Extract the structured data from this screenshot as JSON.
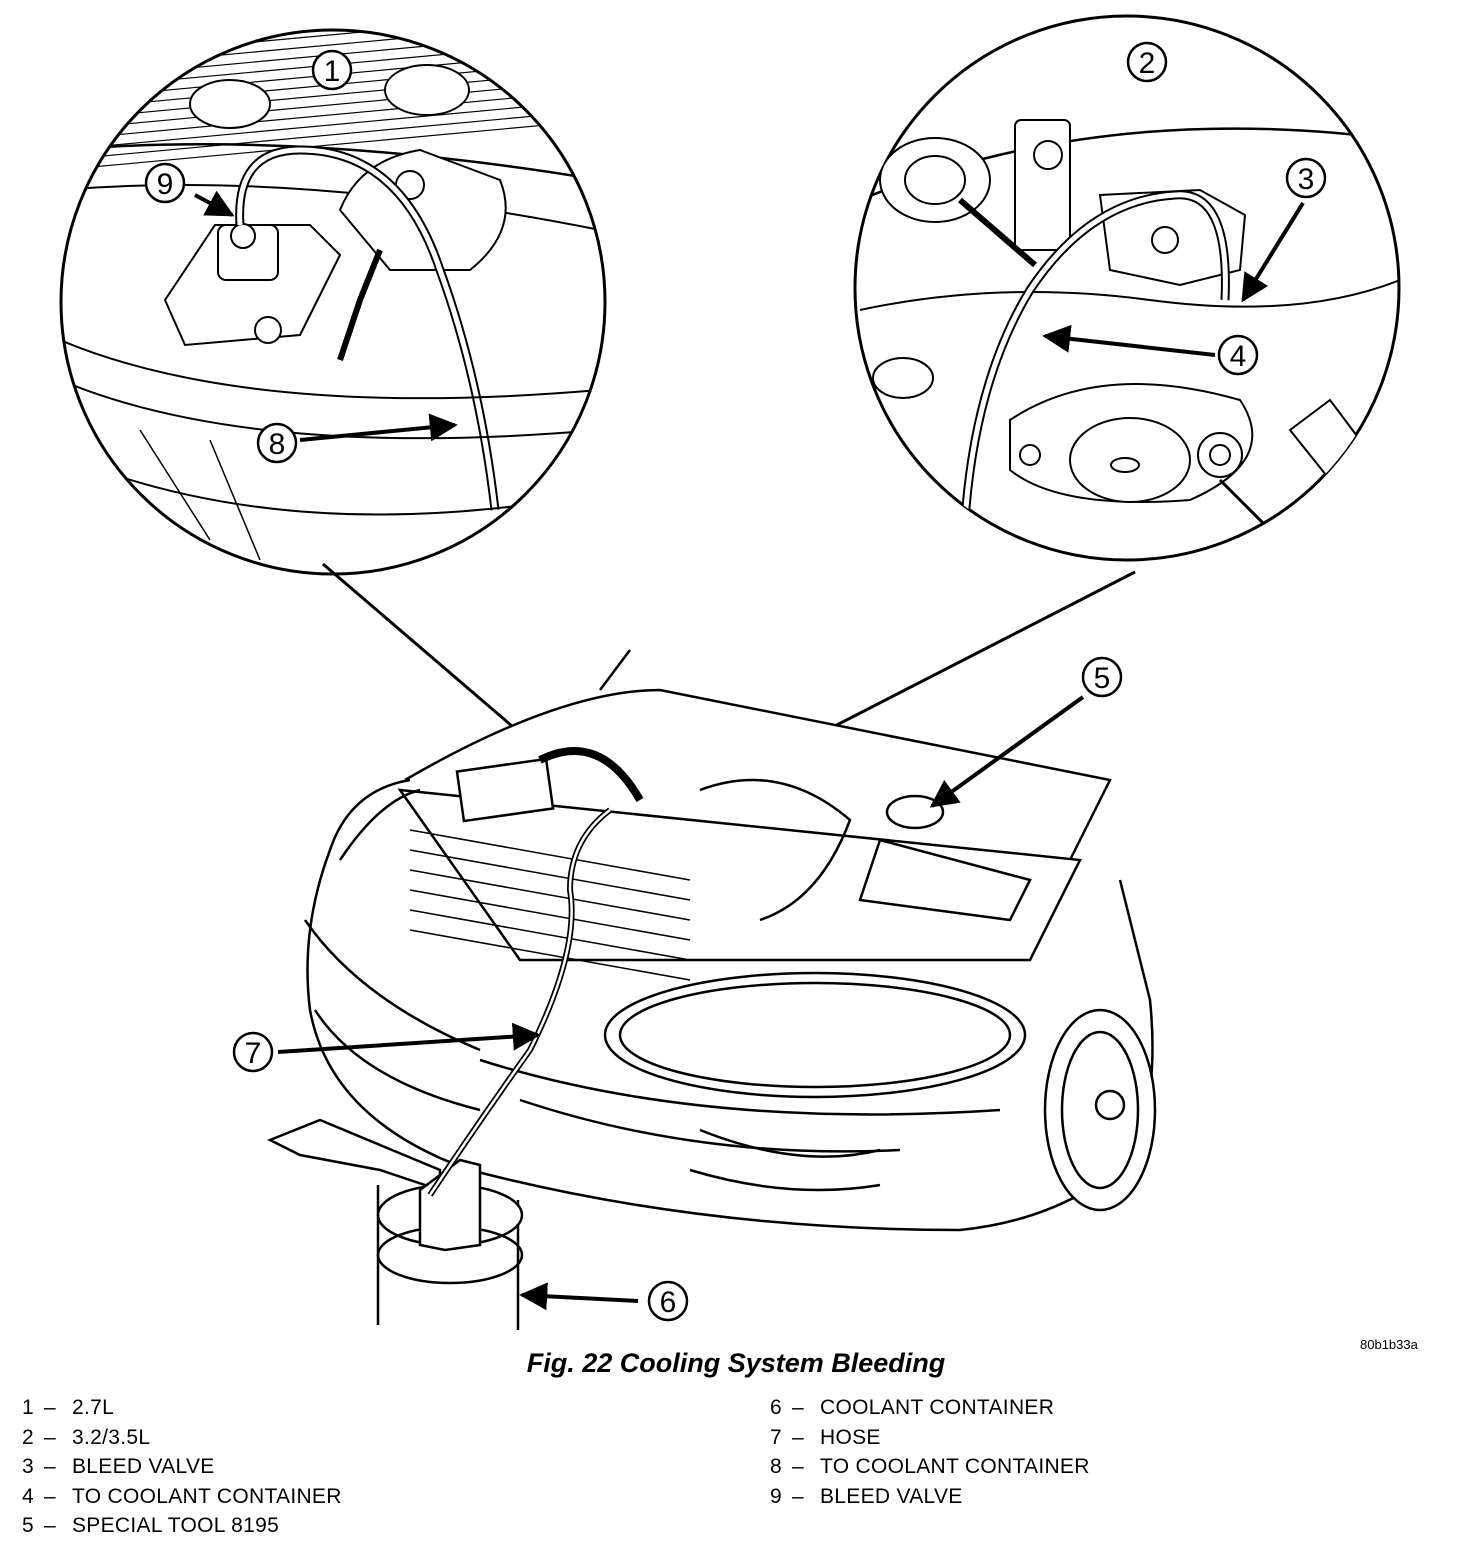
{
  "figure": {
    "caption": "Fig. 22 Cooling System Bleeding",
    "image_code": "80b1b33a"
  },
  "callouts": [
    "1",
    "2",
    "3",
    "4",
    "5",
    "6",
    "7",
    "8",
    "9"
  ],
  "legend": {
    "left": [
      {
        "num": "1",
        "dash": "–",
        "text": "2.7L"
      },
      {
        "num": "2",
        "dash": "–",
        "text": "3.2/3.5L"
      },
      {
        "num": "3",
        "dash": "–",
        "text": "BLEED VALVE"
      },
      {
        "num": "4",
        "dash": "–",
        "text": "TO COOLANT CONTAINER"
      },
      {
        "num": "5",
        "dash": "–",
        "text": "SPECIAL TOOL 8195"
      }
    ],
    "right": [
      {
        "num": "6",
        "dash": "–",
        "text": "COOLANT CONTAINER"
      },
      {
        "num": "7",
        "dash": "–",
        "text": "HOSE"
      },
      {
        "num": "8",
        "dash": "–",
        "text": "TO COOLANT CONTAINER"
      },
      {
        "num": "9",
        "dash": "–",
        "text": "BLEED VALVE"
      }
    ]
  }
}
